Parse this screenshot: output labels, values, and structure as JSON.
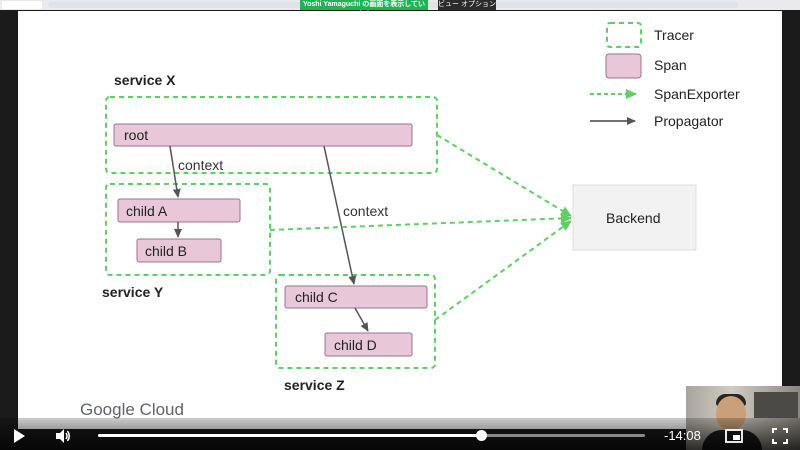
{
  "browser": {
    "share_banner": "Yoshi Yamaguchi の画面を表示しています",
    "view_options": "ビュー オプション ▾"
  },
  "diagram": {
    "legend": {
      "tracer": "Tracer",
      "span": "Span",
      "exporter": "SpanExporter",
      "propagator": "Propagator"
    },
    "services": {
      "x": "service X",
      "y": "service Y",
      "z": "service Z"
    },
    "spans": {
      "root": "root",
      "child_a": "child A",
      "child_b": "child B",
      "child_c": "child C",
      "child_d": "child D"
    },
    "edges": {
      "context_1": "context",
      "context_2": "context"
    },
    "backend": "Backend",
    "colors": {
      "tracer_border": "#5ecf63",
      "span_fill": "#e8c7d9",
      "span_border": "#9b7189",
      "exporter_line": "#5ecf63",
      "propagator_line": "#555555",
      "backend_fill": "#f2f2f2"
    }
  },
  "footer_logo": "Google Cloud",
  "player": {
    "progress": 0.7,
    "time_remaining": "-14:08",
    "icons": [
      "play-icon",
      "volume-icon",
      "picture-in-picture-icon",
      "fullscreen-icon"
    ]
  }
}
